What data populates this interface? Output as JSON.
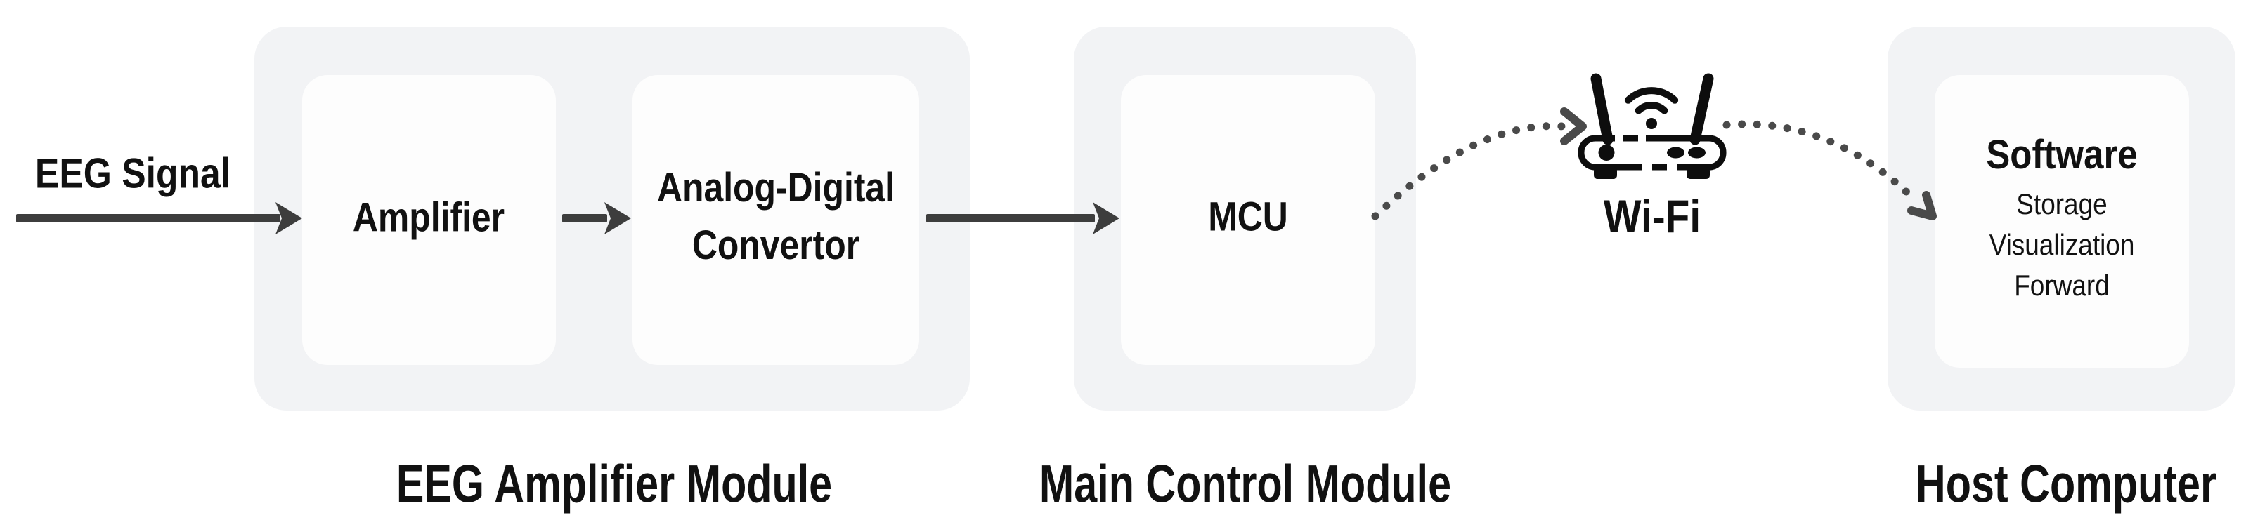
{
  "diagram": {
    "input_label": "EEG Signal",
    "modules": {
      "eeg_amplifier": {
        "label": "EEG Amplifier Module",
        "blocks": {
          "amplifier": "Amplifier",
          "adc_line1": "Analog-Digital",
          "adc_line2": "Convertor"
        }
      },
      "main_control": {
        "label": "Main Control Module",
        "blocks": {
          "mcu": "MCU"
        }
      },
      "host_computer": {
        "label": "Host Computer",
        "blocks": {
          "software_title": "Software",
          "software_items": [
            "Storage",
            "Visualization",
            "Forward"
          ]
        }
      }
    },
    "wifi": {
      "label": "Wi-Fi",
      "icon": "wifi-router-icon"
    },
    "connections": [
      {
        "from": "EEG Signal",
        "to": "Amplifier",
        "style": "solid-arrow"
      },
      {
        "from": "Amplifier",
        "to": "Analog-Digital Convertor",
        "style": "solid-arrow"
      },
      {
        "from": "Analog-Digital Convertor",
        "to": "MCU",
        "style": "solid-arrow"
      },
      {
        "from": "MCU",
        "to": "Wi-Fi",
        "style": "dotted-curved-arrow"
      },
      {
        "from": "Wi-Fi",
        "to": "Software",
        "style": "dotted-curved-arrow"
      }
    ],
    "colors": {
      "background": "#ffffff",
      "container_fill": "#f2f3f5",
      "block_fill": "#fdfdfd",
      "solid_arrow": "#3d3d3d",
      "dotted_arrow": "#4a4a4a",
      "text": "#111111",
      "icon": "#0d0d0d"
    }
  }
}
